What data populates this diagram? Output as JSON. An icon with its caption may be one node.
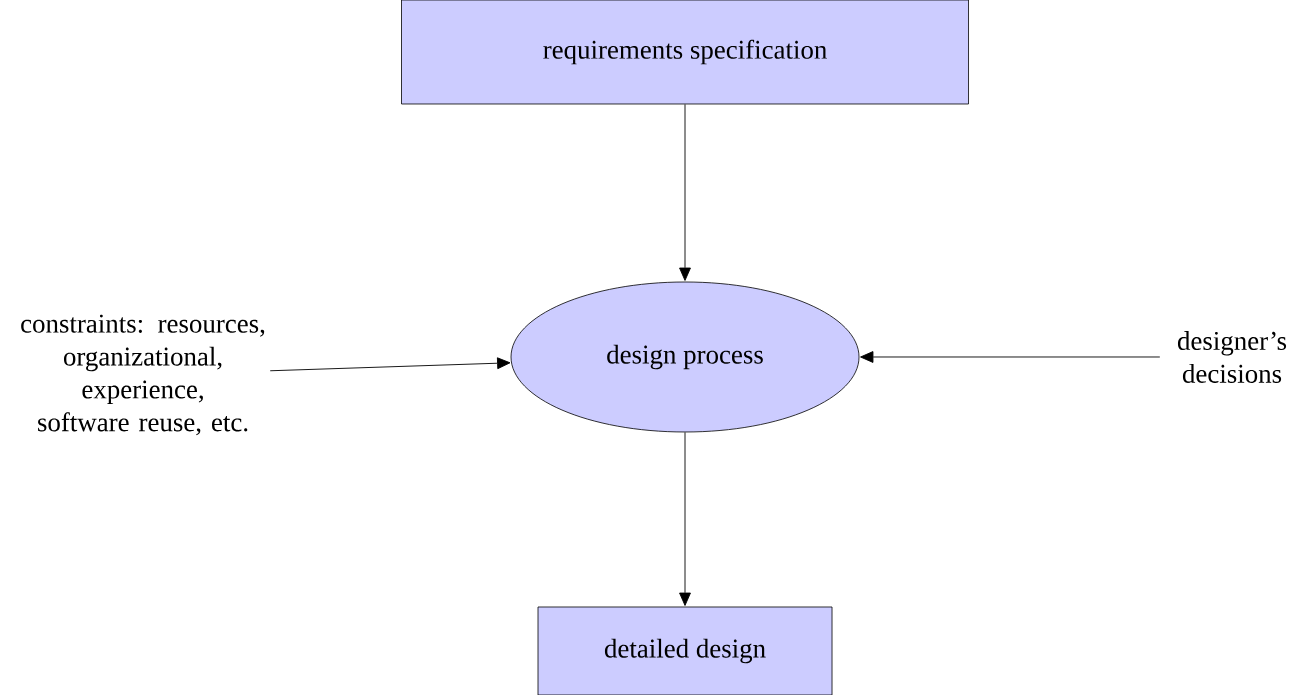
{
  "diagram": {
    "nodes": [
      {
        "text": [
          "requirements specification"
        ]
      },
      {
        "text": [
          "design process"
        ]
      },
      {
        "text": [
          "detailed design"
        ]
      },
      {
        "text": [
          "constraints: resources, organizational, experience, software reuse, etc."
        ]
      },
      {
        "text": [
          "designer’s decisions"
        ]
      }
    ],
    "edges": [
      {
        "from": 0,
        "to": 1,
        "arrow": "to"
      },
      {
        "from": 3,
        "to": 1,
        "arrow": "to"
      },
      {
        "from": 4,
        "to": 1,
        "arrow": "to"
      },
      {
        "from": 1,
        "to": 2,
        "arrow": "to"
      }
    ]
  }
}
